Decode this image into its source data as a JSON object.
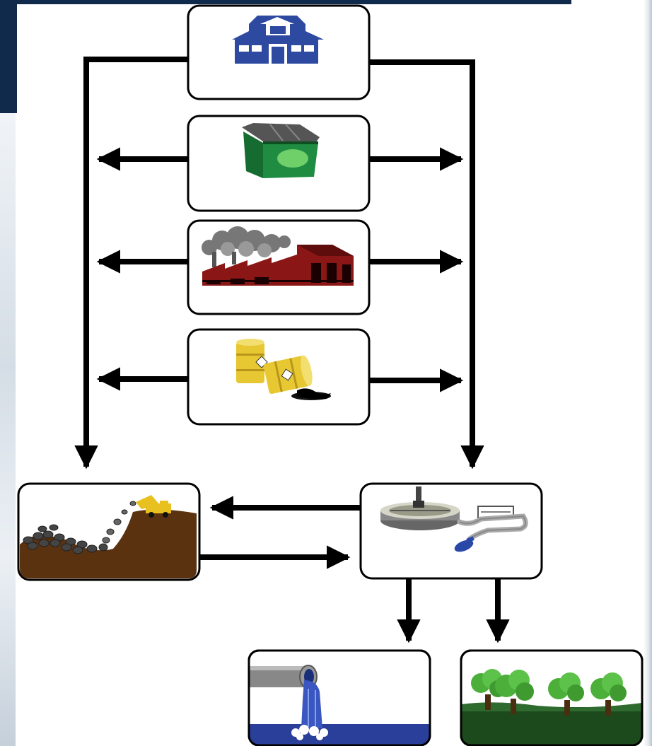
{
  "diagram": {
    "nodes": [
      {
        "id": "households",
        "icon": "house-icon"
      },
      {
        "id": "commercial",
        "icon": "dumpster-icon"
      },
      {
        "id": "industry",
        "icon": "factory-icon"
      },
      {
        "id": "hazardous",
        "icon": "leaking-barrels-icon"
      },
      {
        "id": "landfill",
        "icon": "landfill-dump-truck-icon"
      },
      {
        "id": "wastewater-treatment",
        "icon": "clarifier-treatment-plant-icon"
      },
      {
        "id": "surface-water",
        "icon": "discharge-pipe-water-icon"
      },
      {
        "id": "land-application",
        "icon": "trees-field-icon"
      }
    ],
    "edges": [
      {
        "from": "households",
        "to": "landfill"
      },
      {
        "from": "households",
        "to": "wastewater-treatment"
      },
      {
        "from": "commercial",
        "to": "landfill"
      },
      {
        "from": "commercial",
        "to": "wastewater-treatment"
      },
      {
        "from": "industry",
        "to": "landfill"
      },
      {
        "from": "industry",
        "to": "wastewater-treatment"
      },
      {
        "from": "hazardous",
        "to": "landfill"
      },
      {
        "from": "hazardous",
        "to": "wastewater-treatment"
      },
      {
        "from": "wastewater-treatment",
        "to": "landfill"
      },
      {
        "from": "landfill",
        "to": "wastewater-treatment"
      },
      {
        "from": "wastewater-treatment",
        "to": "surface-water"
      },
      {
        "from": "wastewater-treatment",
        "to": "land-application"
      }
    ]
  },
  "colors": {
    "frame_navy": "#0f2a4a",
    "house_blue": "#2d4aa0",
    "dumpster_green": "#1f7a3c",
    "factory_red": "#8a1616",
    "barrel_yellow": "#e8c832",
    "soil_brown": "#5a3210",
    "water_blue": "#2a3f9a",
    "grass_green": "#1d4a1d",
    "tree_green": "#4caf3a"
  }
}
